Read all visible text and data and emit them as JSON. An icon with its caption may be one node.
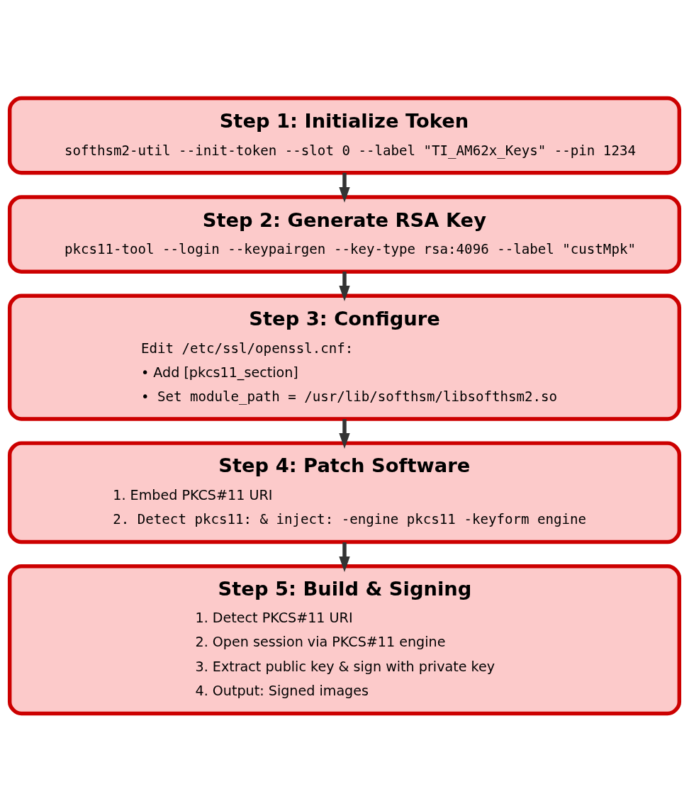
{
  "diagram": {
    "nodes": [
      {
        "text": [
          "Step 1: Initialize Token",
          "softhsm2-util --init-token --slot 0 --label \"TI_AM62x_Keys\" --pin 1234"
        ]
      },
      {
        "text": [
          "Step 2: Generate RSA Key",
          "pkcs11-tool --login --keypairgen --key-type rsa:4096 --label \"custMpk\""
        ]
      },
      {
        "text": [
          "Step 3: Configure",
          "Edit /etc/ssl/openssl.cnf:",
          "• Add [pkcs11_section]",
          "• Set module_path = /usr/lib/softhsm/libsofthsm2.so"
        ]
      },
      {
        "text": [
          "Step 4: Patch Software",
          "1. Embed PKCS#11 URI",
          "2. Detect pkcs11: & inject: -engine pkcs11 -keyform engine"
        ]
      },
      {
        "text": [
          "Step 5: Build & Signing",
          "1. Detect PKCS#11 URI",
          "2. Open session via PKCS#11 engine",
          "3. Extract public key & sign with private key",
          "4. Output: Signed images"
        ]
      }
    ],
    "edges": [
      {
        "from": 0,
        "to": 1,
        "arrow": "to"
      },
      {
        "from": 1,
        "to": 2,
        "arrow": "to"
      },
      {
        "from": 2,
        "to": 3,
        "arrow": "to"
      },
      {
        "from": 3,
        "to": 4,
        "arrow": "to"
      }
    ]
  }
}
